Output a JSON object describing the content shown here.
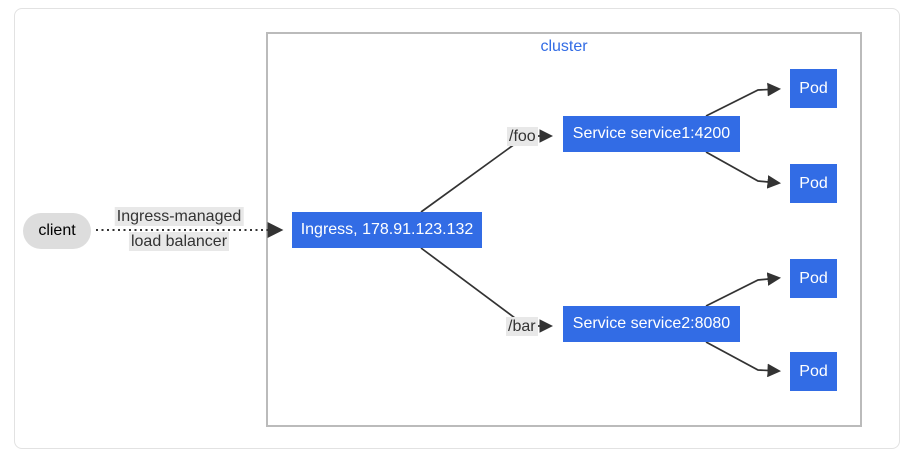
{
  "diagram": {
    "cluster_label": "cluster",
    "client": {
      "label": "client"
    },
    "lb_edge": {
      "label_line1": "Ingress-managed",
      "label_line2": "load balancer"
    },
    "ingress": {
      "label": "Ingress, 178.91.123.132"
    },
    "routes": [
      {
        "path": "/foo",
        "service": "Service service1:4200"
      },
      {
        "path": "/bar",
        "service": "Service service2:8080"
      }
    ],
    "pods": [
      "Pod",
      "Pod",
      "Pod",
      "Pod"
    ],
    "colors": {
      "k8s_blue": "#326ce5",
      "client_gray": "#dddddd",
      "edge_label_bg": "#e8e8e8",
      "cluster_border": "#bbbbbb",
      "edge_stroke": "#333333",
      "cluster_label_text": "#326ce5"
    }
  }
}
